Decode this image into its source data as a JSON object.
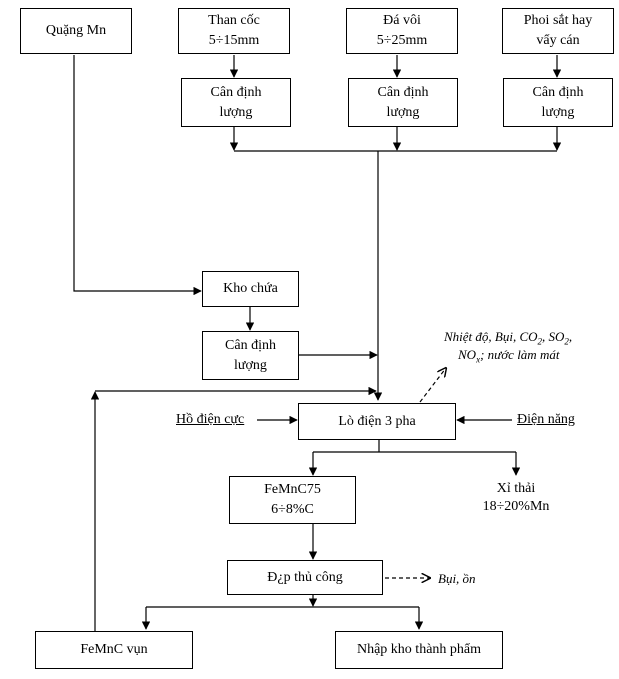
{
  "nodes": {
    "quang_mn": "Quặng Mn",
    "than_coc": [
      "Than cốc",
      "5÷15mm"
    ],
    "da_voi": [
      "Đá vôi",
      "5÷25mm"
    ],
    "phoi_sat": [
      "Phoi sắt hay",
      "vẩy cán"
    ],
    "can_dinh_luong": [
      "Cân định",
      "lượng"
    ],
    "kho_chua": "Kho chứa",
    "lo_dien": "Lò điện 3 pha",
    "femnc75": [
      "FeMnC75",
      "6÷8%C"
    ],
    "dap_thu_cong": "Đ¿p thủ công",
    "femnc_vun": "FeMnC vụn",
    "nhap_kho": "Nhập kho thành phẩm"
  },
  "labels": {
    "ho_dien_cuc": "Hồ điện cực",
    "dien_nang": "Điện năng",
    "xi_thai": [
      "Xỉ thải",
      "18÷20%Mn"
    ],
    "emissions_line1_a": "Nhiệt độ, Bụi, CO",
    "emissions_line1_b": ", SO",
    "emissions_line1_c": ",",
    "emissions_line2_a": "NO",
    "emissions_line2_sub_x": "x",
    "emissions_line2_b": "; nước làm mát",
    "emissions_sub_2": "2",
    "bui_on": "Bụi, ồn"
  }
}
